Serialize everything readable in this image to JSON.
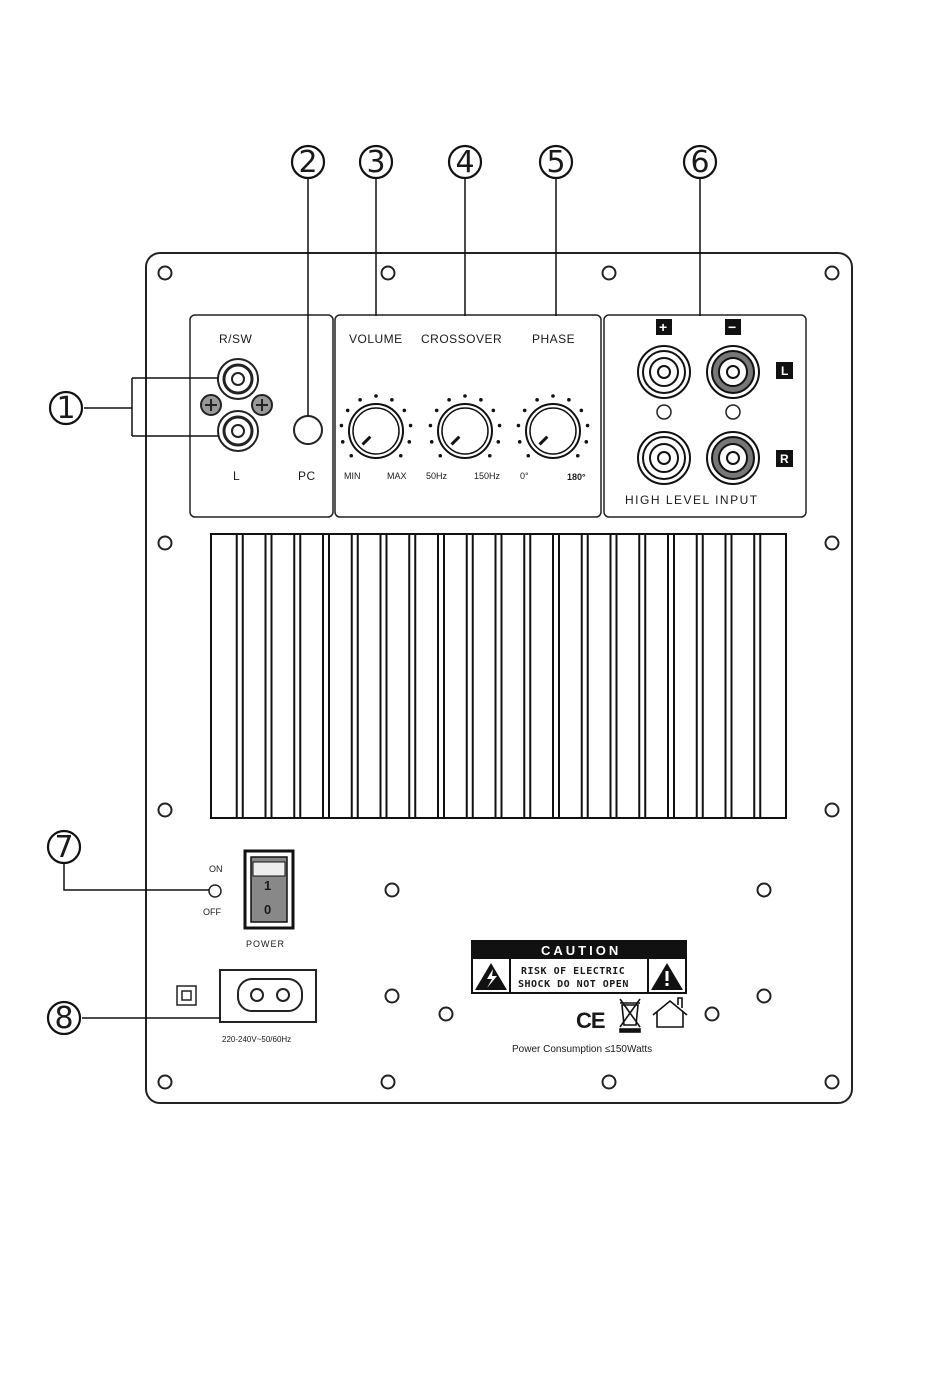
{
  "callouts": [
    "1",
    "2",
    "3",
    "4",
    "5",
    "6",
    "7",
    "8"
  ],
  "rca": {
    "title": "R/SW",
    "left_label": "L"
  },
  "pc": {
    "label": "PC"
  },
  "volume": {
    "title": "VOLUME",
    "min": "MIN",
    "max": "MAX"
  },
  "crossover": {
    "title": "CROSSOVER",
    "min": "50Hz",
    "max": "150Hz"
  },
  "phase": {
    "title": "PHASE",
    "min": "0°",
    "max": "180°"
  },
  "high_level": {
    "plus": "+",
    "minus": "−",
    "left": "L",
    "right": "R",
    "title": "HIGH LEVEL INPUT"
  },
  "power": {
    "on": "ON",
    "off": "OFF",
    "rocker_top": "1",
    "rocker_bottom": "0",
    "label": "POWER"
  },
  "mains": {
    "rating": "220-240V~50/60Hz"
  },
  "caution": {
    "title": "CAUTION",
    "line1": "RISK OF ELECTRIC",
    "line2": "SHOCK DO NOT OPEN"
  },
  "marks": {
    "ce": "CE"
  },
  "power_consumption": "Power Consumption ≤150Watts",
  "icons": [
    "lightning-warning-icon",
    "exclamation-warning-icon",
    "weee-bin-icon",
    "indoor-use-house-icon",
    "double-insulation-icon"
  ]
}
